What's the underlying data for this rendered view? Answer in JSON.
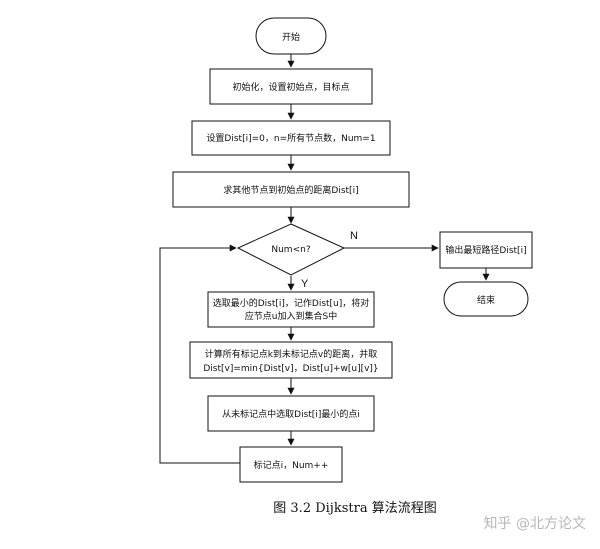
{
  "nodes": {
    "start": "开始",
    "init": "初始化，设置初始点，目标点",
    "setup": "设置Dist[i]=0，n=所有节点数，Num=1",
    "compute_dist": "求其他节点到初始点的距离Dist[i]",
    "decision": "Num<n?",
    "select_line1": "选取最小的Dist[i]，记作Dist[u]，将对",
    "select_line2": "应节点u加入到集合S中",
    "update_line1": "计算所有标记点k到未标记点v的距离，并取",
    "update_line2": "Dist[v]=min{Dist[v]，Dist[u]+w[u][v]}",
    "pick_min": "从未标记点中选取Dist[i]最小的点i",
    "mark": "标记点i，Num++",
    "output": "输出最短路径Dist[i]",
    "end": "结束"
  },
  "edge_labels": {
    "no": "N",
    "yes": "Y"
  },
  "caption": "图 3.2 Dijkstra 算法流程图",
  "watermark": "知乎 @北方论文"
}
